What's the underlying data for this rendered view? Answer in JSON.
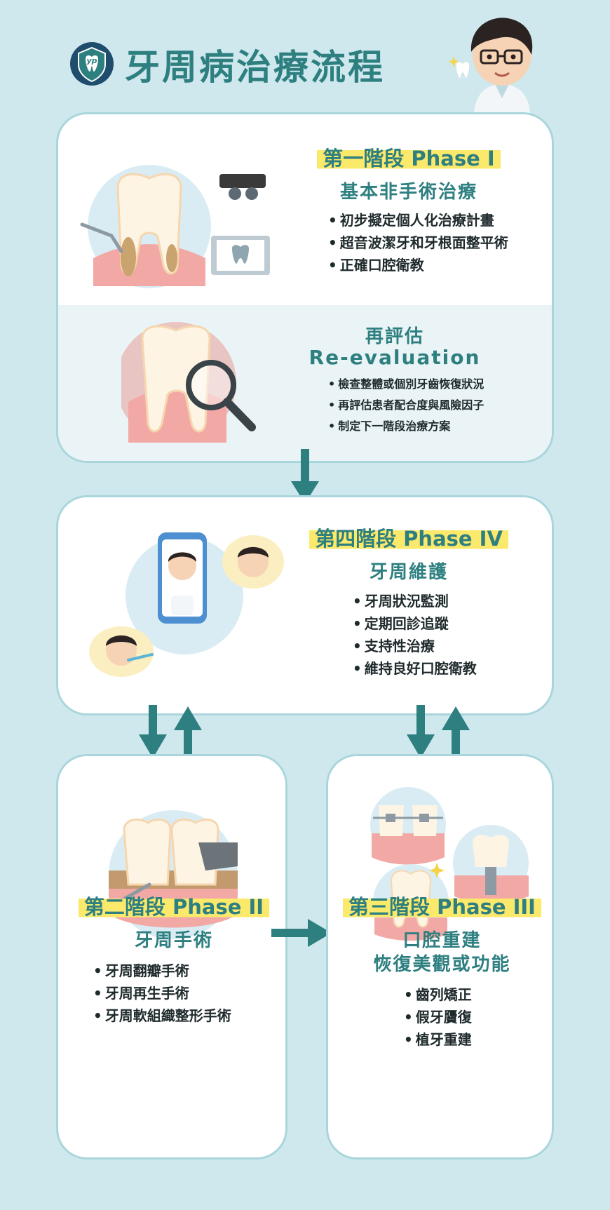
{
  "header": {
    "title": "牙周病治療流程",
    "logo_text": "yp"
  },
  "phase1": {
    "label": "第一階段 Phase I",
    "subtitle": "基本非手術治療",
    "items": [
      "初步擬定個人化治療計畫",
      "超音波潔牙和牙根面整平術",
      "正確口腔衛教"
    ]
  },
  "reeval": {
    "title": "再評估",
    "title_en": "Re-evaluation",
    "items": [
      "檢查整體或個別牙齒恢復狀況",
      "再評估患者配合度與風險因子",
      "制定下一階段治療方案"
    ]
  },
  "phase4": {
    "label": "第四階段 Phase IV",
    "subtitle": "牙周維護",
    "items": [
      "牙周狀況監測",
      "定期回診追蹤",
      "支持性治療",
      "維持良好口腔衛教"
    ]
  },
  "phase2": {
    "label": "第二階段 Phase II",
    "subtitle": "牙周手術",
    "items": [
      "牙周翻瓣手術",
      "牙周再生手術",
      "牙周軟組織整形手術"
    ]
  },
  "phase3": {
    "label": "第三階段 Phase III",
    "subtitle_line1": "口腔重建",
    "subtitle_line2": "恢復美觀或功能",
    "items": [
      "齒列矯正",
      "假牙贗復",
      "植牙重建"
    ]
  },
  "colors": {
    "background": "#cfe8ee",
    "teal": "#2e7f80",
    "highlight": "#fbe96b",
    "card_border": "#a9d6dc"
  }
}
